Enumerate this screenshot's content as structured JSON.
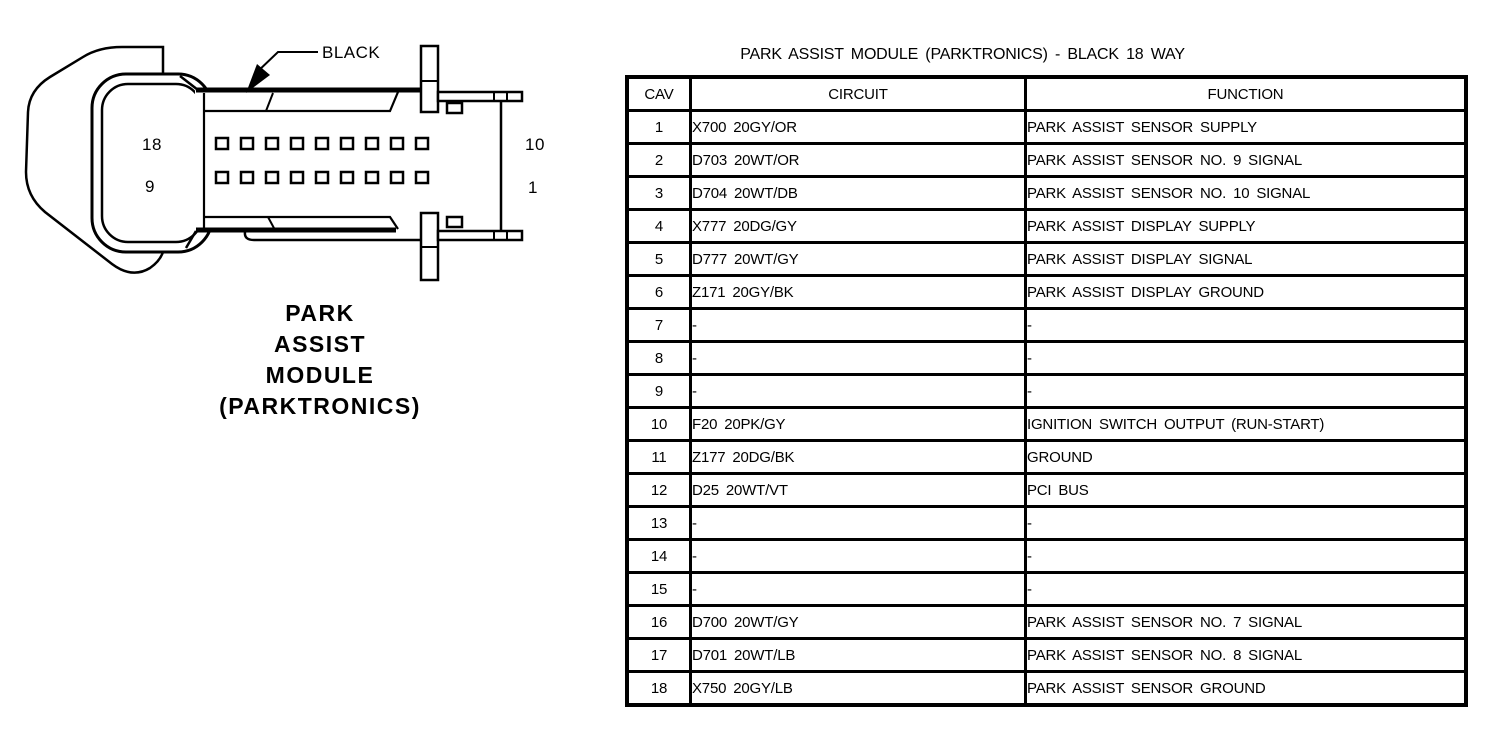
{
  "colors": {
    "ink": "#000000",
    "paper": "#ffffff"
  },
  "connector_diagram": {
    "color_label": "BLACK",
    "pin_labels": {
      "top_left": "18",
      "bottom_left": "9",
      "top_right": "10",
      "bottom_right": "1"
    },
    "caption_lines": [
      "PARK",
      "ASSIST",
      "MODULE",
      "(PARKTRONICS)"
    ],
    "pin_rows": 2,
    "pins_per_row": 9
  },
  "pinout_table": {
    "title": "PARK ASSIST MODULE (PARKTRONICS) - BLACK 18 WAY",
    "columns": [
      "CAV",
      "CIRCUIT",
      "FUNCTION"
    ],
    "rows": [
      {
        "cav": "1",
        "circuit": "X700 20GY/OR",
        "function": "PARK ASSIST SENSOR SUPPLY"
      },
      {
        "cav": "2",
        "circuit": "D703 20WT/OR",
        "function": "PARK ASSIST SENSOR NO. 9 SIGNAL"
      },
      {
        "cav": "3",
        "circuit": "D704 20WT/DB",
        "function": "PARK ASSIST SENSOR NO. 10 SIGNAL"
      },
      {
        "cav": "4",
        "circuit": "X777 20DG/GY",
        "function": "PARK ASSIST DISPLAY SUPPLY"
      },
      {
        "cav": "5",
        "circuit": "D777 20WT/GY",
        "function": "PARK ASSIST DISPLAY SIGNAL"
      },
      {
        "cav": "6",
        "circuit": "Z171 20GY/BK",
        "function": "PARK ASSIST DISPLAY GROUND"
      },
      {
        "cav": "7",
        "circuit": "-",
        "function": "-"
      },
      {
        "cav": "8",
        "circuit": "-",
        "function": "-"
      },
      {
        "cav": "9",
        "circuit": "-",
        "function": "-"
      },
      {
        "cav": "10",
        "circuit": "F20 20PK/GY",
        "function": "IGNITION SWITCH OUTPUT (RUN-START)"
      },
      {
        "cav": "11",
        "circuit": "Z177 20DG/BK",
        "function": "GROUND"
      },
      {
        "cav": "12",
        "circuit": "D25 20WT/VT",
        "function": "PCI BUS"
      },
      {
        "cav": "13",
        "circuit": "-",
        "function": "-"
      },
      {
        "cav": "14",
        "circuit": "-",
        "function": "-"
      },
      {
        "cav": "15",
        "circuit": "-",
        "function": "-"
      },
      {
        "cav": "16",
        "circuit": "D700 20WT/GY",
        "function": "PARK ASSIST SENSOR NO. 7 SIGNAL"
      },
      {
        "cav": "17",
        "circuit": "D701 20WT/LB",
        "function": "PARK ASSIST SENSOR NO. 8 SIGNAL"
      },
      {
        "cav": "18",
        "circuit": "X750 20GY/LB",
        "function": "PARK ASSIST SENSOR GROUND"
      }
    ]
  }
}
